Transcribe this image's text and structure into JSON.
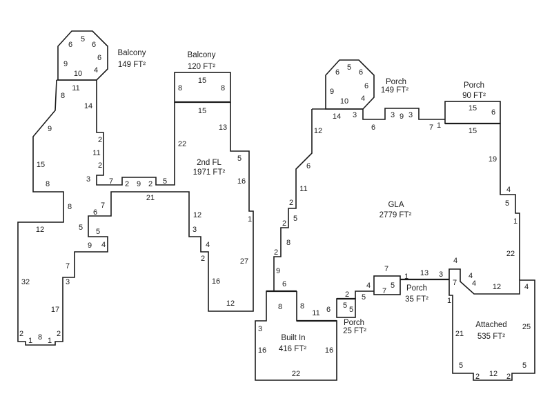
{
  "rooms": {
    "balcony_left": {
      "name": "Balcony",
      "area": "149 FT²"
    },
    "balcony_top": {
      "name": "Balcony",
      "area": "120 FT²"
    },
    "second_fl": {
      "name": "2nd FL",
      "area": "1971 FT²"
    },
    "porch_octagon": {
      "name": "Porch",
      "area": "149 FT²"
    },
    "porch_90": {
      "name": "Porch",
      "area": "90 FT²"
    },
    "gla": {
      "name": "GLA",
      "area": "2779 FT²"
    },
    "porch_35": {
      "name": "Porch",
      "area": "35 FT²"
    },
    "porch_25": {
      "name": "Porch",
      "area": "25 FT²"
    },
    "built_in": {
      "name": "Built In",
      "area": "416 FT²"
    },
    "attached": {
      "name": "Attached",
      "area": "535 FT²"
    }
  },
  "dimensions": {
    "balcony_left": [
      "6",
      "5",
      "6",
      "6",
      "9",
      "10",
      "4"
    ],
    "left_wing": [
      "11",
      "8",
      "14",
      "9",
      "2",
      "11",
      "2",
      "15",
      "3",
      "8",
      "7",
      "2",
      "9",
      "2",
      "5",
      "8",
      "21",
      "7",
      "6",
      "12",
      "5",
      "5",
      "9",
      "4",
      "7",
      "32",
      "3",
      "17",
      "2",
      "1",
      "8",
      "1",
      "2"
    ],
    "balcony_top": [
      "15",
      "8",
      "8"
    ],
    "second_fl": [
      "15",
      "13",
      "22",
      "5",
      "16",
      "1",
      "12",
      "3",
      "4",
      "2",
      "27",
      "16",
      "12"
    ],
    "porch_octagon": [
      "6",
      "5",
      "6",
      "9",
      "6",
      "10",
      "4",
      "14",
      "3"
    ],
    "gla_top": [
      "12",
      "6",
      "3",
      "9",
      "3",
      "7",
      "1"
    ],
    "porch_90": [
      "15",
      "6",
      "15"
    ],
    "gla_right": [
      "19",
      "4",
      "5",
      "1",
      "22",
      "12",
      "4"
    ],
    "gla_left": [
      "6",
      "11",
      "2",
      "5",
      "2",
      "8",
      "2",
      "9",
      "6"
    ],
    "built_in": [
      "8",
      "8",
      "8",
      "11",
      "6",
      "3",
      "16",
      "16",
      "22"
    ],
    "porch_25": [
      "2",
      "5",
      "5",
      "5",
      "4"
    ],
    "porch_35": [
      "7",
      "7",
      "5",
      "1",
      "13",
      "3"
    ],
    "attached": [
      "4",
      "4",
      "4",
      "7",
      "1",
      "12",
      "4",
      "21",
      "25",
      "5",
      "5",
      "2",
      "12",
      "2"
    ]
  }
}
